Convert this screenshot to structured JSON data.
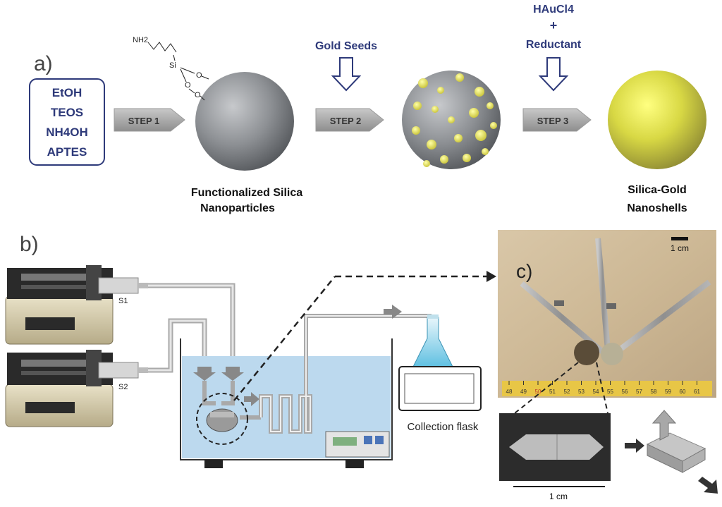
{
  "panel_a": {
    "label": "a)",
    "reagents": [
      "EtOH",
      "TEOS",
      "NH4OH",
      "APTES"
    ],
    "nh2_label": "NH2",
    "si_label": "Si",
    "o_label": "O",
    "step1": "STEP 1",
    "step2": "STEP 2",
    "step3": "STEP 3",
    "gold_seeds": "Gold Seeds",
    "haucl4": "HAuCl4",
    "plus": "+",
    "reductant": "Reductant",
    "functionalized_line1": "Functionalized Silica",
    "functionalized_line2": "Nanoparticles",
    "nanoshells_line1": "Silica-Gold",
    "nanoshells_line2": "Nanoshells"
  },
  "panel_b": {
    "label": "b)",
    "syringe1": "S1",
    "syringe2": "S2",
    "collection_flask": "Collection flask"
  },
  "panel_c": {
    "label": "c)",
    "scale_top": "1 cm",
    "scale_bottom": "1 cm",
    "ruler_numbers": [
      "48",
      "49",
      "50",
      "51",
      "52",
      "53",
      "54",
      "55",
      "56",
      "57",
      "58",
      "59",
      "60",
      "61"
    ]
  },
  "colors": {
    "reagent_box_border": "#2e3a7a",
    "reagent_text": "#2e3a7a",
    "step_arrow": "#9a9a9a",
    "silica": "#8a8d90",
    "gold": "#e8e24a",
    "water": "#bcd9ee",
    "tube": "#d8d8d8"
  }
}
